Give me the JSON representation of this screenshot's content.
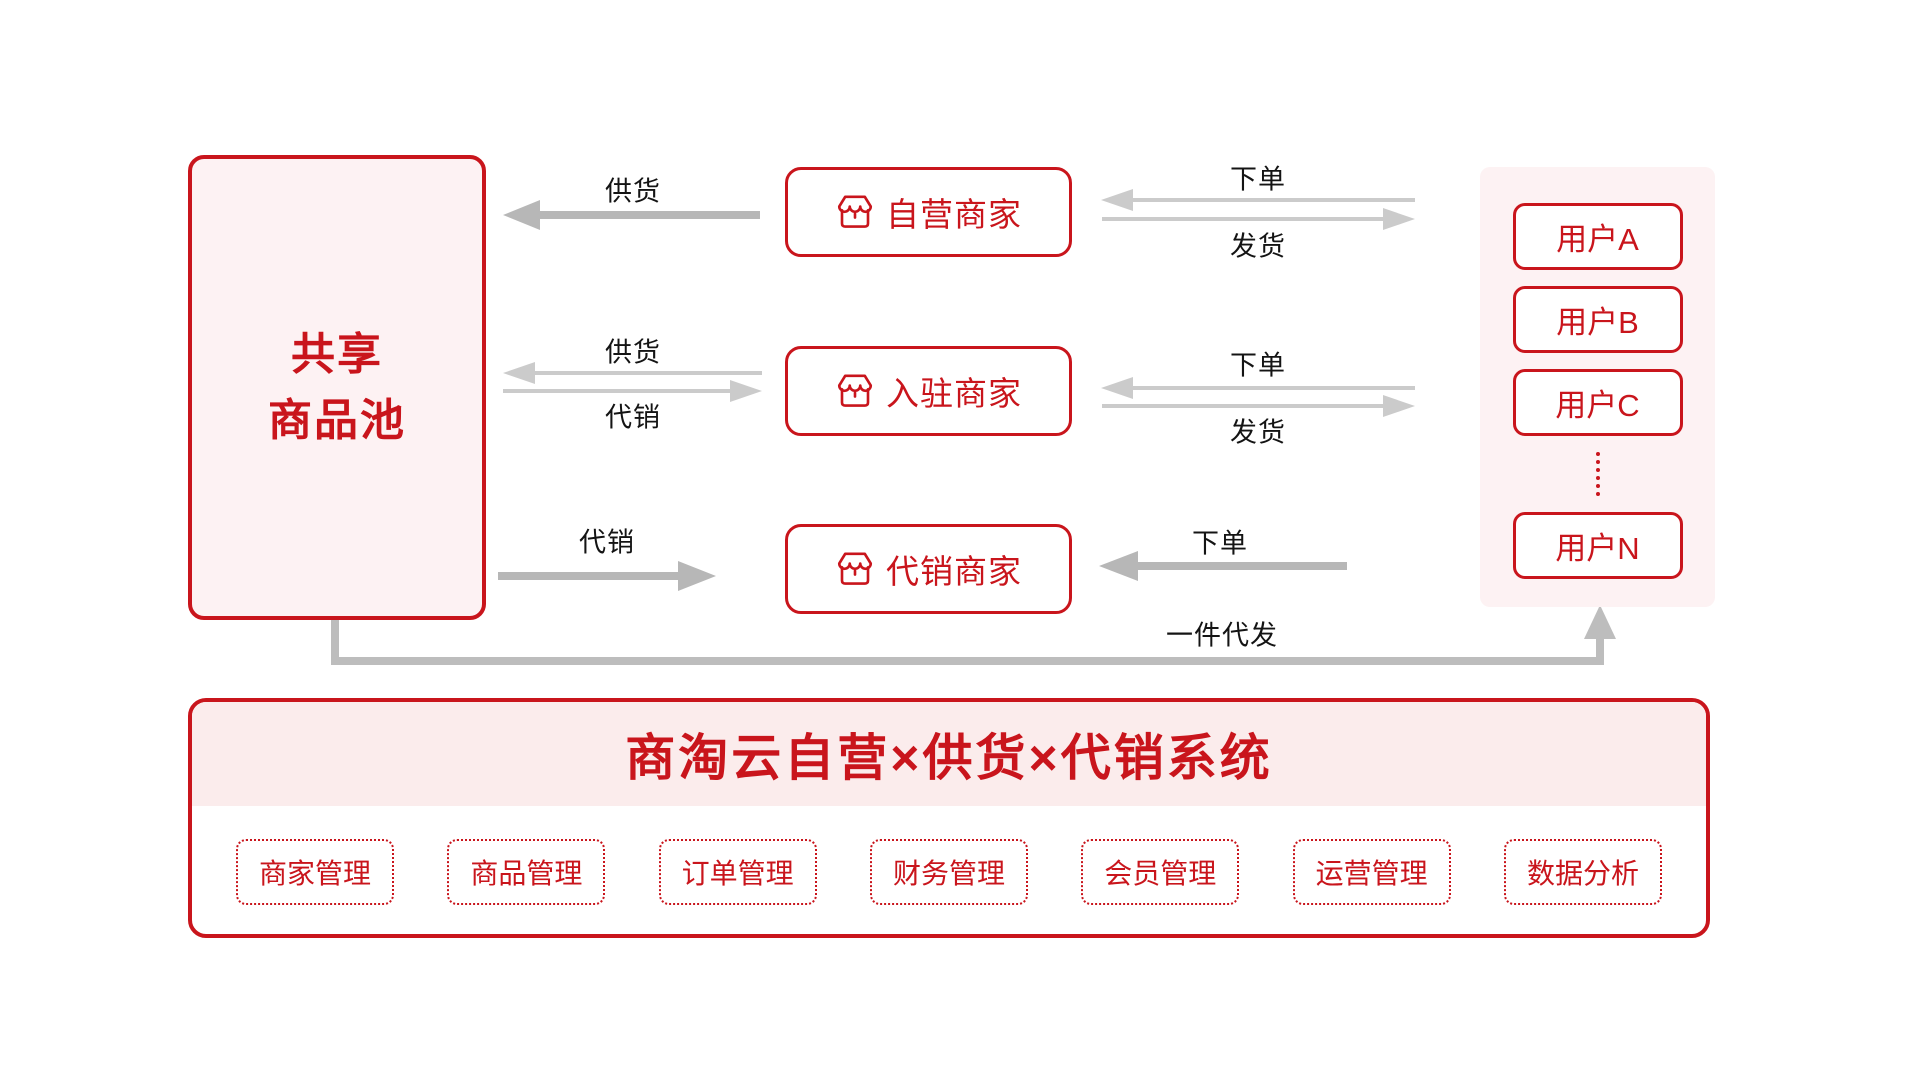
{
  "diagram": {
    "pool": {
      "line1": "共享",
      "line2": "商品池"
    },
    "merchants": [
      {
        "label": "自营商家"
      },
      {
        "label": "入驻商家"
      },
      {
        "label": "代销商家"
      }
    ],
    "users": [
      "用户A",
      "用户B",
      "用户C",
      "用户N"
    ],
    "flows": {
      "row1_left": "供货",
      "row1_right_top": "下单",
      "row1_right_bottom": "发货",
      "row2_left_top": "供货",
      "row2_left_bottom": "代销",
      "row2_right_top": "下单",
      "row2_right_bottom": "发货",
      "row3_left": "代销",
      "row3_right": "下单",
      "dropship": "一件代发"
    },
    "system": {
      "title": "商淘云自营×供货×代销系统",
      "modules": [
        "商家管理",
        "商品管理",
        "订单管理",
        "财务管理",
        "会员管理",
        "运营管理",
        "数据分析"
      ]
    },
    "colors": {
      "accent_red": "#C9151C",
      "panel_pink": "#FDF2F3",
      "header_pink": "#FBECEC",
      "arrow_gray_thick": "#B7B7B7",
      "arrow_gray_thin": "#CBCBCB"
    }
  }
}
